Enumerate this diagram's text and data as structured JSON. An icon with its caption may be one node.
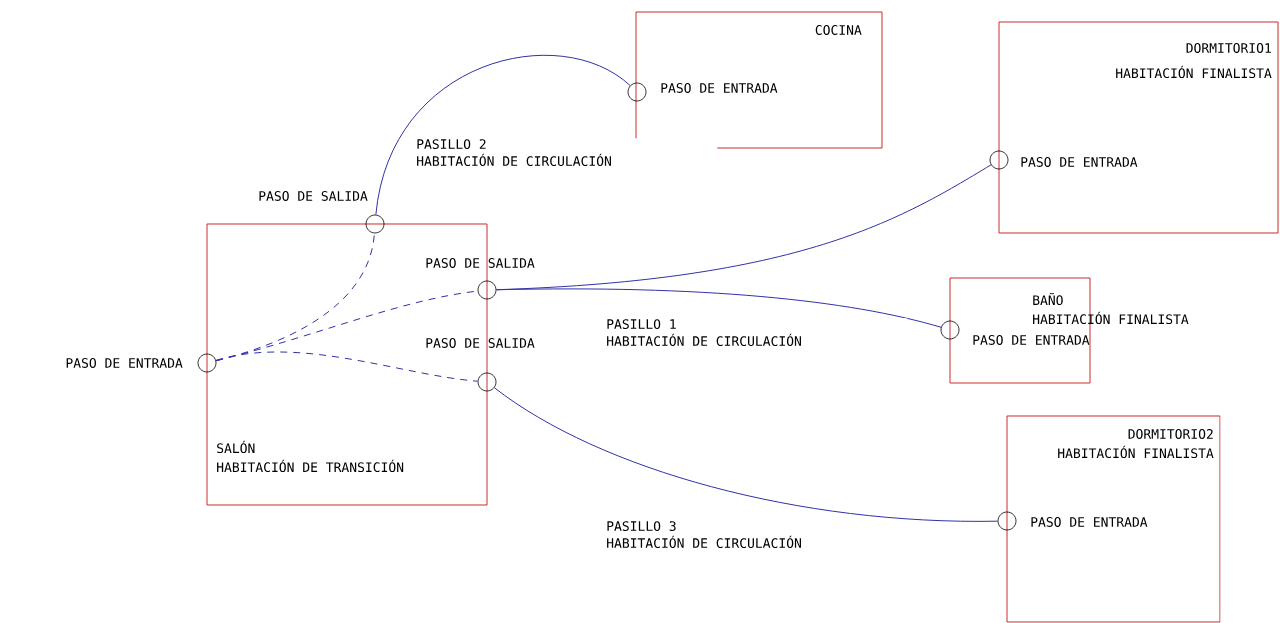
{
  "diagram": {
    "nodes": [
      {
        "text": [
          "COCINA"
        ]
      },
      {
        "text": [],
        "shape": "circle",
        "in": 0
      },
      {
        "text": [
          "DORMITORIO1",
          "HABITACIÓN FINALISTA"
        ]
      },
      {
        "text": [],
        "shape": "circle",
        "in": 2
      },
      {
        "text": [
          "SALÓN",
          "HABITACIÓN DE TRANSICIÓN"
        ]
      },
      {
        "text": [],
        "shape": "circle",
        "beside": [
          "PASO DE SALIDA"
        ],
        "in": 4
      },
      {
        "text": [],
        "shape": "circle",
        "beside": [
          "PASO DE ENTRADA"
        ],
        "in": 4
      },
      {
        "text": [],
        "shape": "circle",
        "in": 4
      },
      {
        "text": [],
        "shape": "circle",
        "in": 4
      },
      {
        "text": [
          "BAÑO",
          "HABITACIÓN FINALISTA"
        ]
      },
      {
        "text": [],
        "shape": "circle",
        "in": 9
      },
      {
        "text": [
          "DORMITORIO2",
          "HABITACIÓN FINALISTA"
        ]
      },
      {
        "text": [],
        "shape": "circle",
        "in": 11
      }
    ],
    "edges": [
      {
        "from": 6,
        "to": 5,
        "arrow": "none",
        "style": "dashed"
      },
      {
        "from": 6,
        "to": 7,
        "arrow": "none",
        "style": "dashed"
      },
      {
        "from": 6,
        "to": 8,
        "arrow": "none",
        "style": "dashed"
      },
      {
        "from": 5,
        "to": 1,
        "arrow": "none",
        "label": "PASILLO 2 HABITACIÓN DE CIRCULACIÓN"
      },
      {
        "from": 7,
        "to": 3,
        "arrow": "none"
      },
      {
        "from": 7,
        "to": 10,
        "arrow": "none",
        "label": "PASILLO 1 HABITACIÓN DE CIRCULACIÓN"
      },
      {
        "from": 8,
        "to": 12,
        "arrow": "none",
        "label": "PASILLO 3 HABITACIÓN DE CIRCULACIÓN"
      }
    ],
    "labels": [
      "PASO DE ENTRADA",
      "PASO DE ENTRADA",
      "PASO DE SALIDA",
      "PASO DE ENTRADA",
      "PASO DE SALIDA",
      "PASO DE ENTRADA"
    ]
  }
}
